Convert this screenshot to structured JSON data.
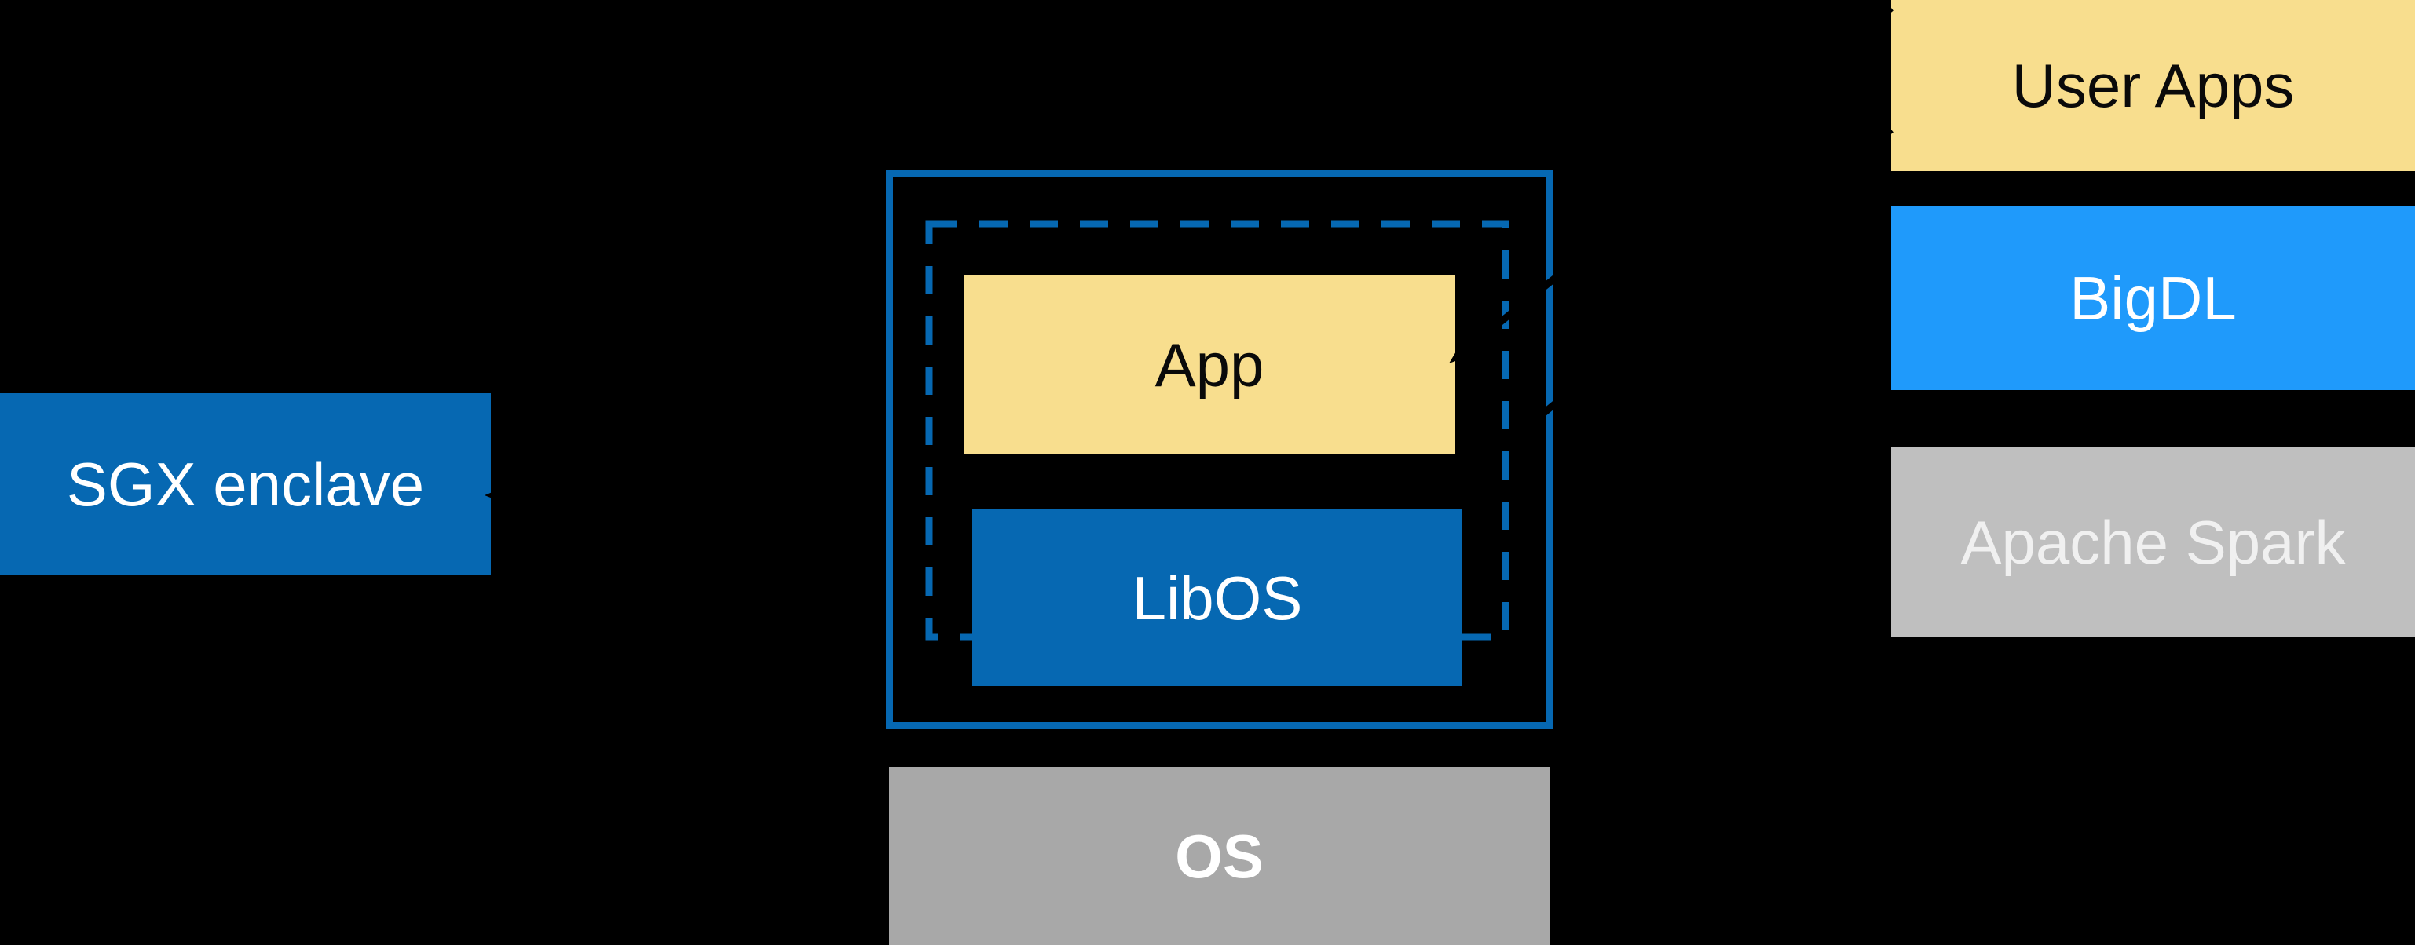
{
  "diagram": {
    "left": {
      "sgx_enclave_label": "SGX enclave"
    },
    "enclave": {
      "app_label": "App",
      "libos_label": "LibOS"
    },
    "host": {
      "os_label": "OS"
    },
    "stack": {
      "user_apps_label": "User Apps",
      "bigdl_label": "BigDL",
      "apache_spark_label": "Apache Spark"
    },
    "colors": {
      "background": "#000000",
      "intel_blue": "#0668B2",
      "bigdl_blue": "#1F9AFB",
      "app_yellow": "#F8DE8E",
      "os_gray": "#A8A8A8",
      "spark_gray": "#BFBFBF",
      "arrow_black": "#000000",
      "label_white": "#FFFFFF",
      "label_black": "#0A0A0A",
      "spark_label": "#F0F0F0"
    }
  }
}
